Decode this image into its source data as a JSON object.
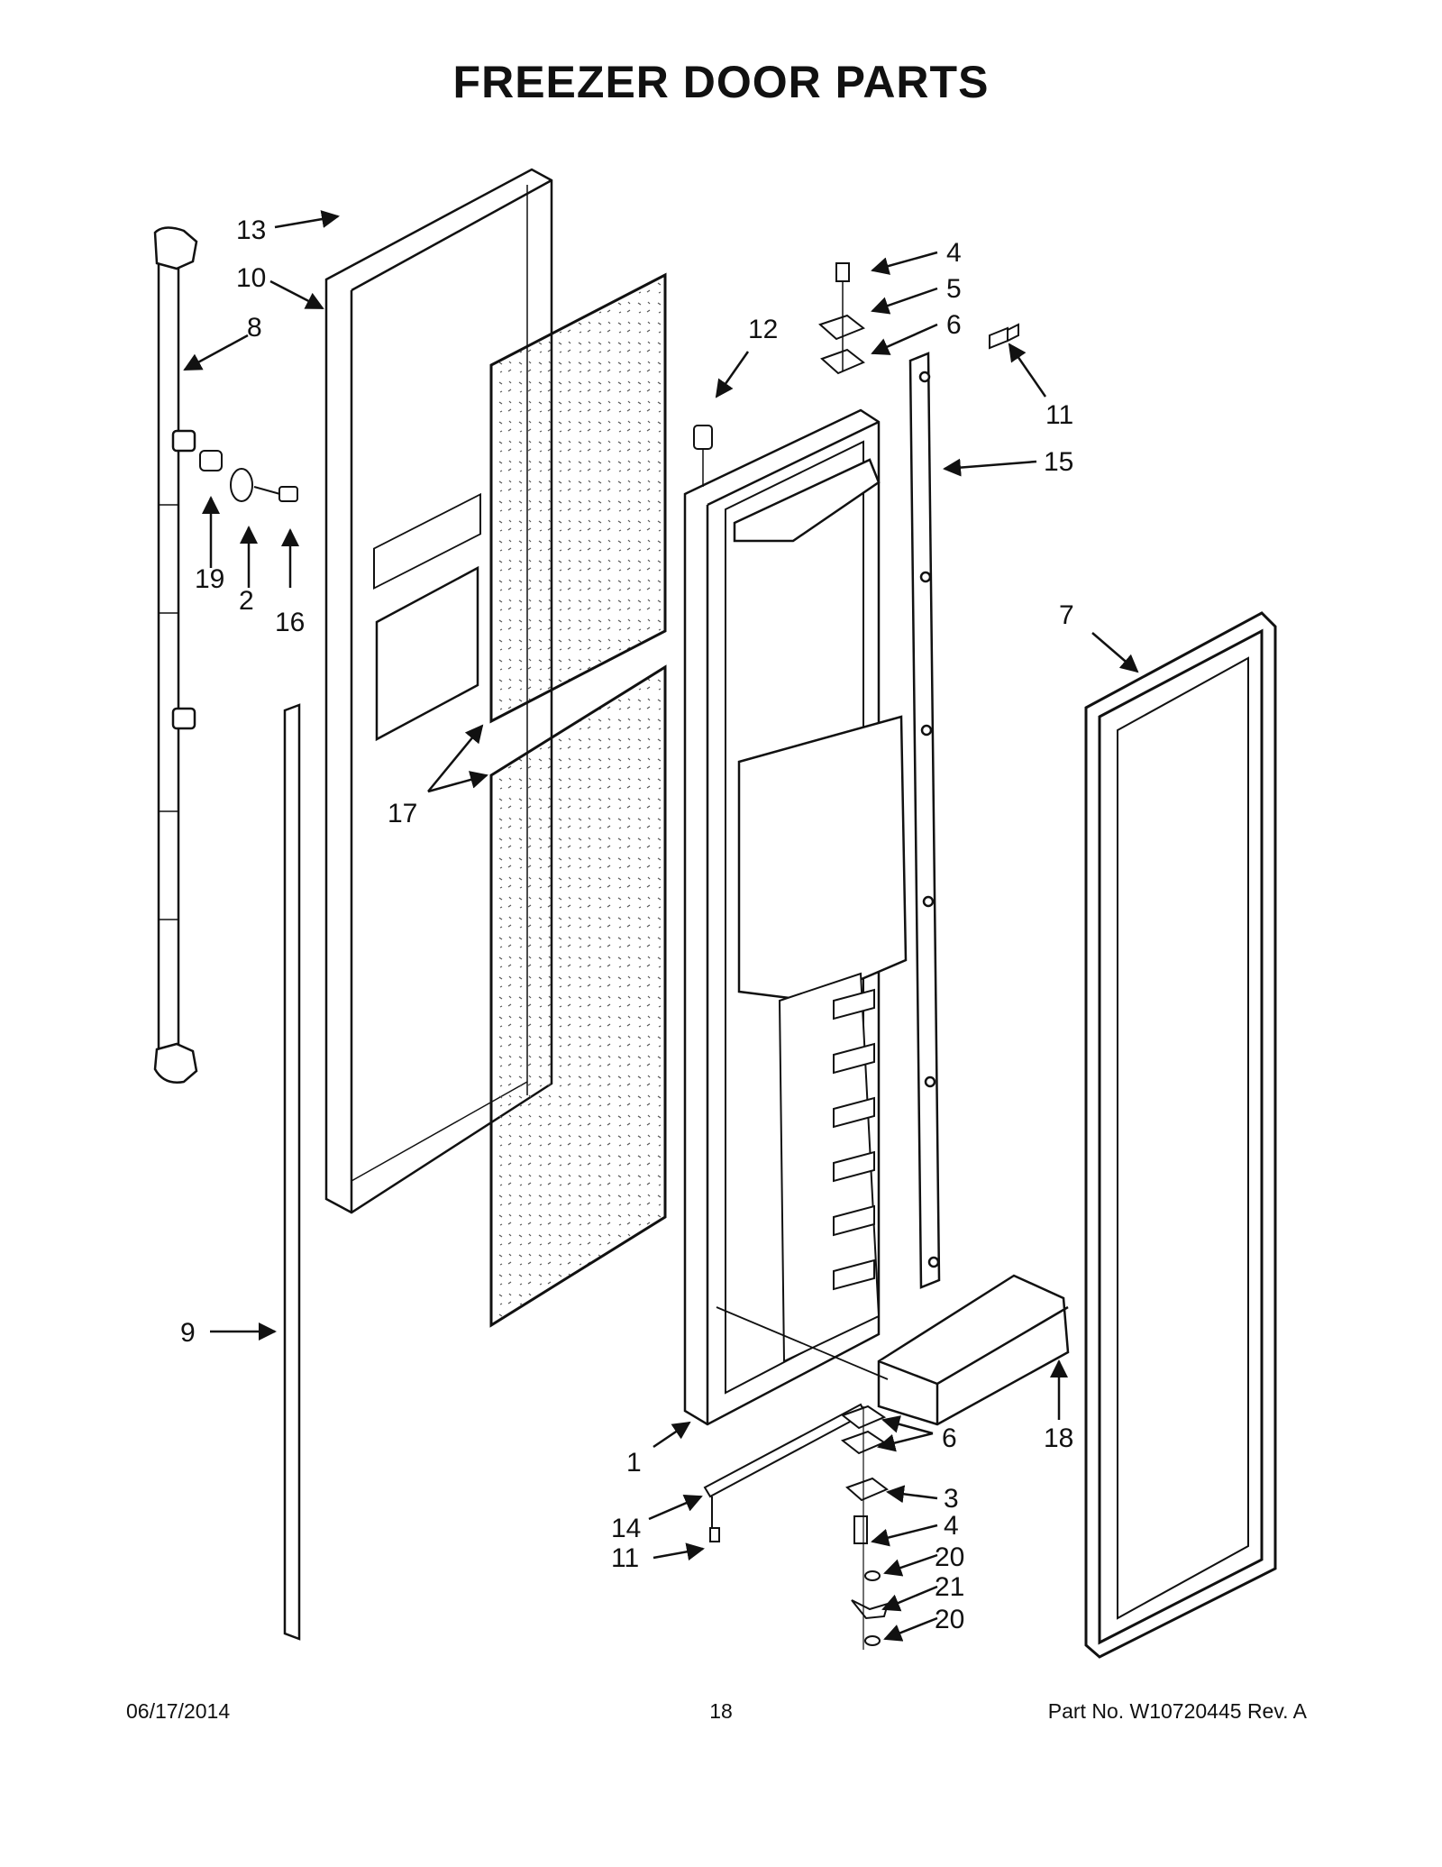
{
  "title": "FREEZER DOOR PARTS",
  "footer": {
    "date": "06/17/2014",
    "page_number": "18",
    "part_number": "Part No.  W10720445  Rev.  A"
  },
  "callouts": {
    "c13": "13",
    "c10": "10",
    "c8": "8",
    "c19": "19",
    "c2": "2",
    "c16": "16",
    "c17": "17",
    "c9": "9",
    "c12": "12",
    "c4_top": "4",
    "c5": "5",
    "c6_top": "6",
    "c11_top": "11",
    "c15": "15",
    "c7": "7",
    "c1": "1",
    "c6_bottom": "6",
    "c18": "18",
    "c3": "3",
    "c4_bottom": "4",
    "c20_a": "20",
    "c21": "21",
    "c20_b": "20",
    "c14": "14",
    "c11_bottom": "11"
  }
}
